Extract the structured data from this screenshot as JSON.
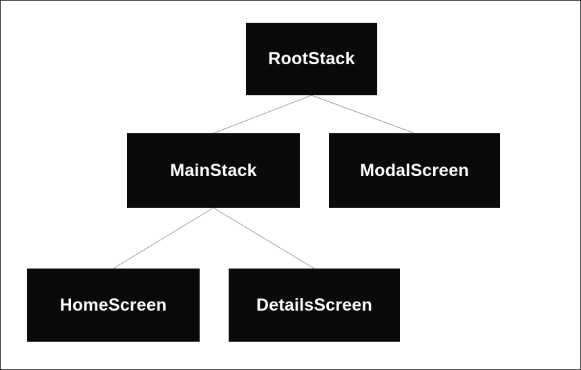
{
  "diagram": {
    "type": "tree",
    "nodes": [
      {
        "id": "root",
        "label": "RootStack"
      },
      {
        "id": "main",
        "label": "MainStack"
      },
      {
        "id": "modal",
        "label": "ModalScreen"
      },
      {
        "id": "home",
        "label": "HomeScreen"
      },
      {
        "id": "details",
        "label": "DetailsScreen"
      }
    ],
    "edges": [
      {
        "from": "RootStack",
        "to": "MainStack"
      },
      {
        "from": "RootStack",
        "to": "ModalScreen"
      },
      {
        "from": "MainStack",
        "to": "HomeScreen"
      },
      {
        "from": "MainStack",
        "to": "DetailsScreen"
      }
    ],
    "colors": {
      "node_bg": "#0a0a0a",
      "node_text": "#ffffff",
      "edge": "#999999",
      "canvas_bg": "#ffffff",
      "canvas_border": "#2b2b2b"
    }
  }
}
